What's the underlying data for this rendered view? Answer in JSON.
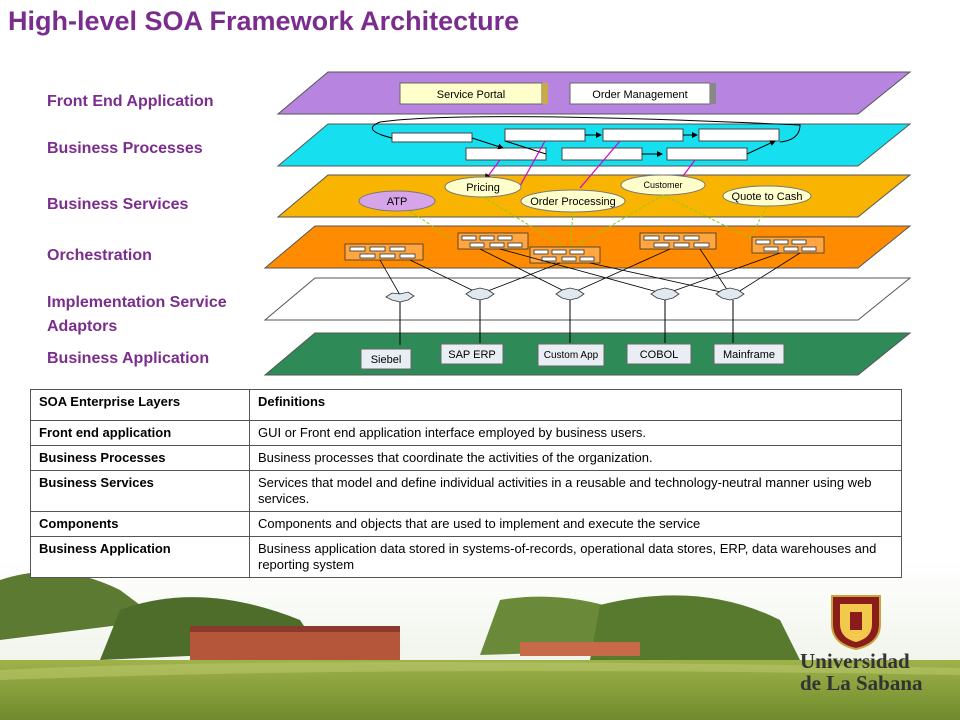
{
  "title": "High-level SOA Framework Architecture",
  "layers": {
    "front_end": "Front End Application",
    "business_processes": "Business Processes",
    "business_services": "Business Services",
    "orchestration": "Orchestration",
    "adaptors": "Implementation Service Adaptors",
    "business_application": "Business Application"
  },
  "front_end_items": [
    "Service Portal",
    "Order Management"
  ],
  "service_items": [
    "ATP",
    "Pricing",
    "Order Processing",
    "Customer",
    "Quote to Cash"
  ],
  "application_items": [
    "Siebel",
    "SAP ERP",
    "Custom App",
    "COBOL",
    "Mainframe"
  ],
  "colors": {
    "title": "#7b2d8e",
    "front_end_plane": "#b784e0",
    "process_plane": "#16e0f0",
    "service_plane": "#f8b400",
    "orchestration_plane": "#ff8c00",
    "adaptor_plane": "#ffffff",
    "application_plane": "#2e8b57"
  },
  "table": {
    "header": [
      "SOA Enterprise Layers",
      "Definitions"
    ],
    "rows": [
      {
        "term": "Front end application",
        "definition": "GUI or Front end application interface employed by business users."
      },
      {
        "term": "Business Processes",
        "definition": "Business processes that coordinate the activities of the organization."
      },
      {
        "term": "Business Services",
        "definition": "Services that model and define individual activities in a reusable and technology-neutral manner using web services."
      },
      {
        "term": "Components",
        "definition": "Components and objects that are used to implement and execute the service"
      },
      {
        "term": "Business Application",
        "definition": "Business application data stored in systems-of-records, operational data stores, ERP, data warehouses and reporting system"
      }
    ]
  },
  "logo": {
    "line1": "Universidad",
    "line2": "de La Sabana"
  }
}
